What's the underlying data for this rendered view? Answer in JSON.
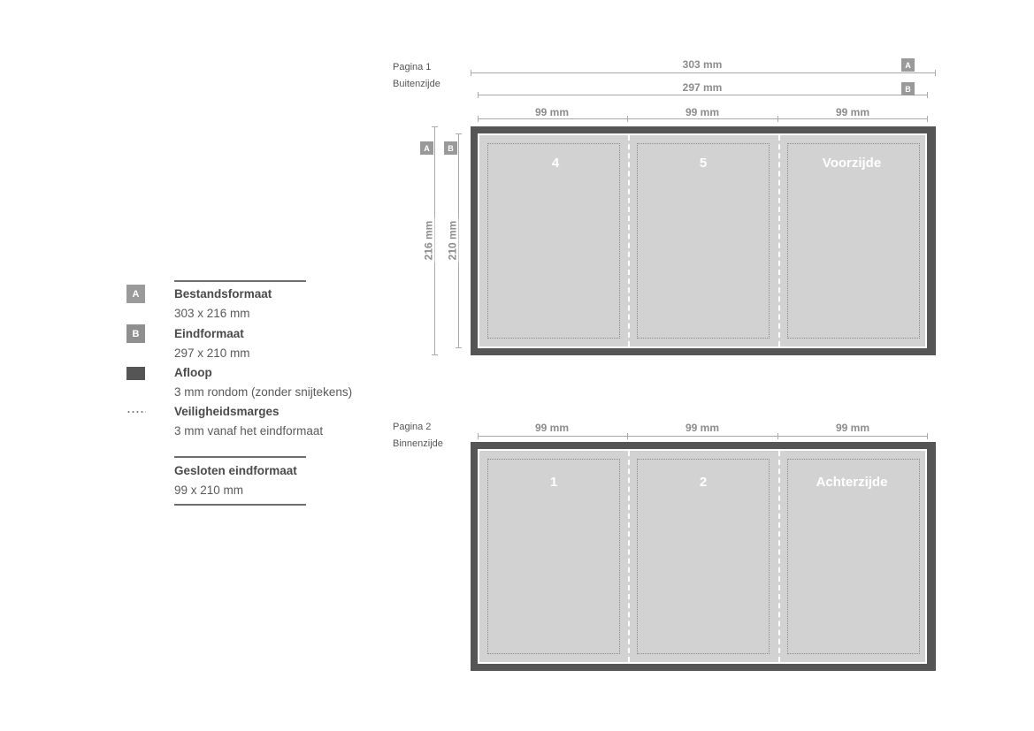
{
  "legend": {
    "items": [
      {
        "badge": "A",
        "title": "Bestandsformaat",
        "value": "303 x 216 mm"
      },
      {
        "badge": "B",
        "title": "Eindformaat",
        "value": "297 x 210 mm"
      },
      {
        "title": "Afloop",
        "value": "3 mm rondom (zonder snijtekens)"
      },
      {
        "title": "Veiligheidsmarges",
        "value": "3 mm vanaf het eindformaat"
      }
    ],
    "closed": {
      "title": "Gesloten eindformaat",
      "value": "99 x 210 mm"
    }
  },
  "page1": {
    "label_line1": "Pagina 1",
    "label_line2": "Buitenzijde",
    "dim_a": "303 mm",
    "dim_b": "297 mm",
    "badge_a": "A",
    "badge_b": "B",
    "panel_width": "99 mm",
    "height_a": "216 mm",
    "height_b": "210 mm",
    "panels": [
      "4",
      "5",
      "Voorzijde"
    ]
  },
  "page2": {
    "label_line1": "Pagina 2",
    "label_line2": "Binnenzijde",
    "panel_width": "99 mm",
    "panels": [
      "1",
      "2",
      "Achterzijde"
    ]
  },
  "colors": {
    "bleed": "#555555",
    "trim": "#d2d2d2",
    "badge": "#999999",
    "dimension_text": "#8c8c8c"
  }
}
